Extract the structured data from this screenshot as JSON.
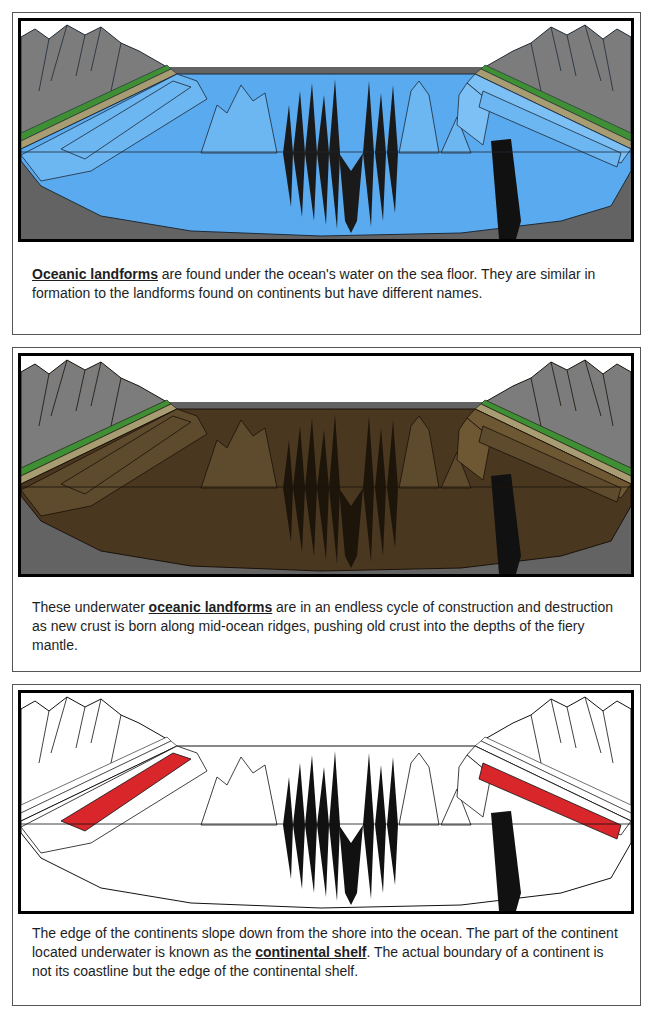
{
  "diagram": {
    "nodes": [
      {
        "text": [
          "Oceanic landforms",
          "are found under the ocean's water on the sea floor. They are similar in formation to the landforms found on continents but have different names."
        ]
      },
      {
        "text": [
          "These underwater",
          "oceanic landforms",
          "are in an endless cycle of construction and destruction as new crust is born along mid-ocean ridges, pushing old crust into the depths of the fiery mantle."
        ]
      },
      {
        "text": [
          "The edge of the continents slope down from the shore into the ocean. The part of the continent located underwater is known as the",
          "continental shelf",
          ". The actual boundary of a continent is not its coastline but the edge of the continental shelf."
        ]
      }
    ]
  }
}
